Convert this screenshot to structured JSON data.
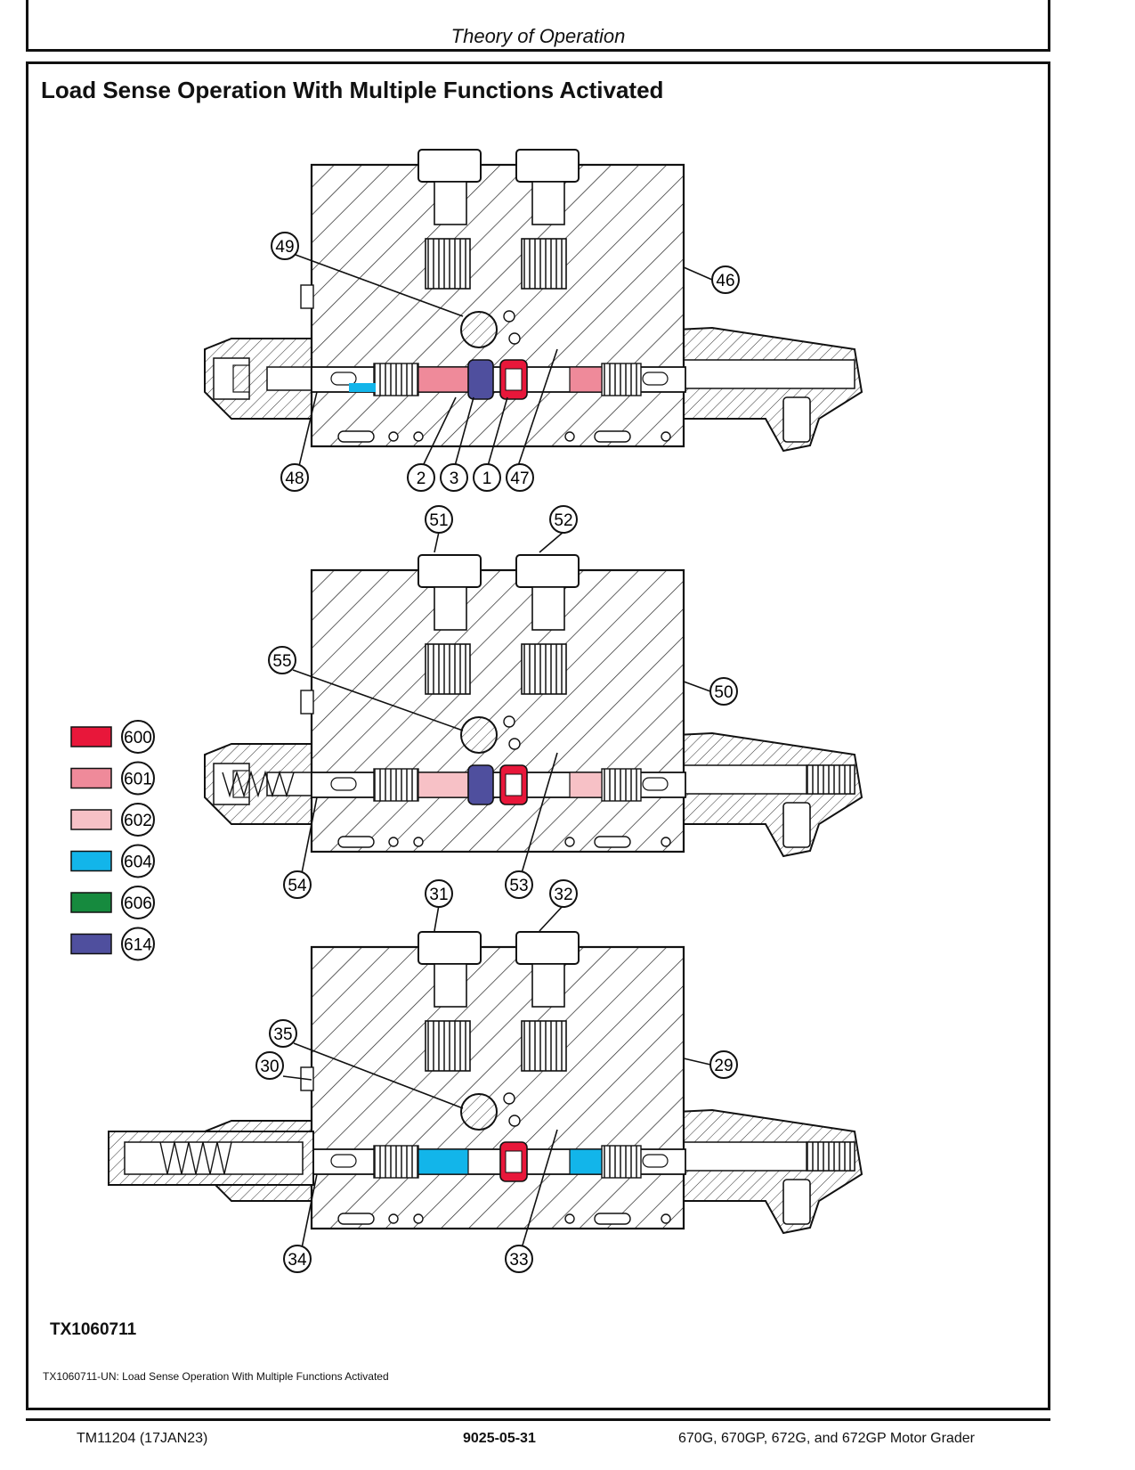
{
  "header": {
    "section_title": "Theory of Operation"
  },
  "figure": {
    "title": "Load Sense Operation With Multiple Functions Activated",
    "id": "TX1060711",
    "caption": "TX1060711-UN: Load Sense Operation With Multiple Functions Activated",
    "callouts": [
      "49",
      "46",
      "48",
      "2",
      "3",
      "1",
      "47",
      "51",
      "52",
      "55",
      "50",
      "54",
      "53",
      "31",
      "32",
      "35",
      "30",
      "29",
      "34",
      "33"
    ]
  },
  "legend": [
    {
      "code": "600",
      "color": "#e8173a"
    },
    {
      "code": "601",
      "color": "#ef8a9a"
    },
    {
      "code": "602",
      "color": "#f7c1c6"
    },
    {
      "code": "604",
      "color": "#12b5ea"
    },
    {
      "code": "606",
      "color": "#168a3e"
    },
    {
      "code": "614",
      "color": "#4f4f9e"
    }
  ],
  "footer": {
    "left": "TM11204 (17JAN23)",
    "center": "9025-05-31",
    "right": "670G, 670GP, 672G, and 672GP Motor Grader"
  }
}
